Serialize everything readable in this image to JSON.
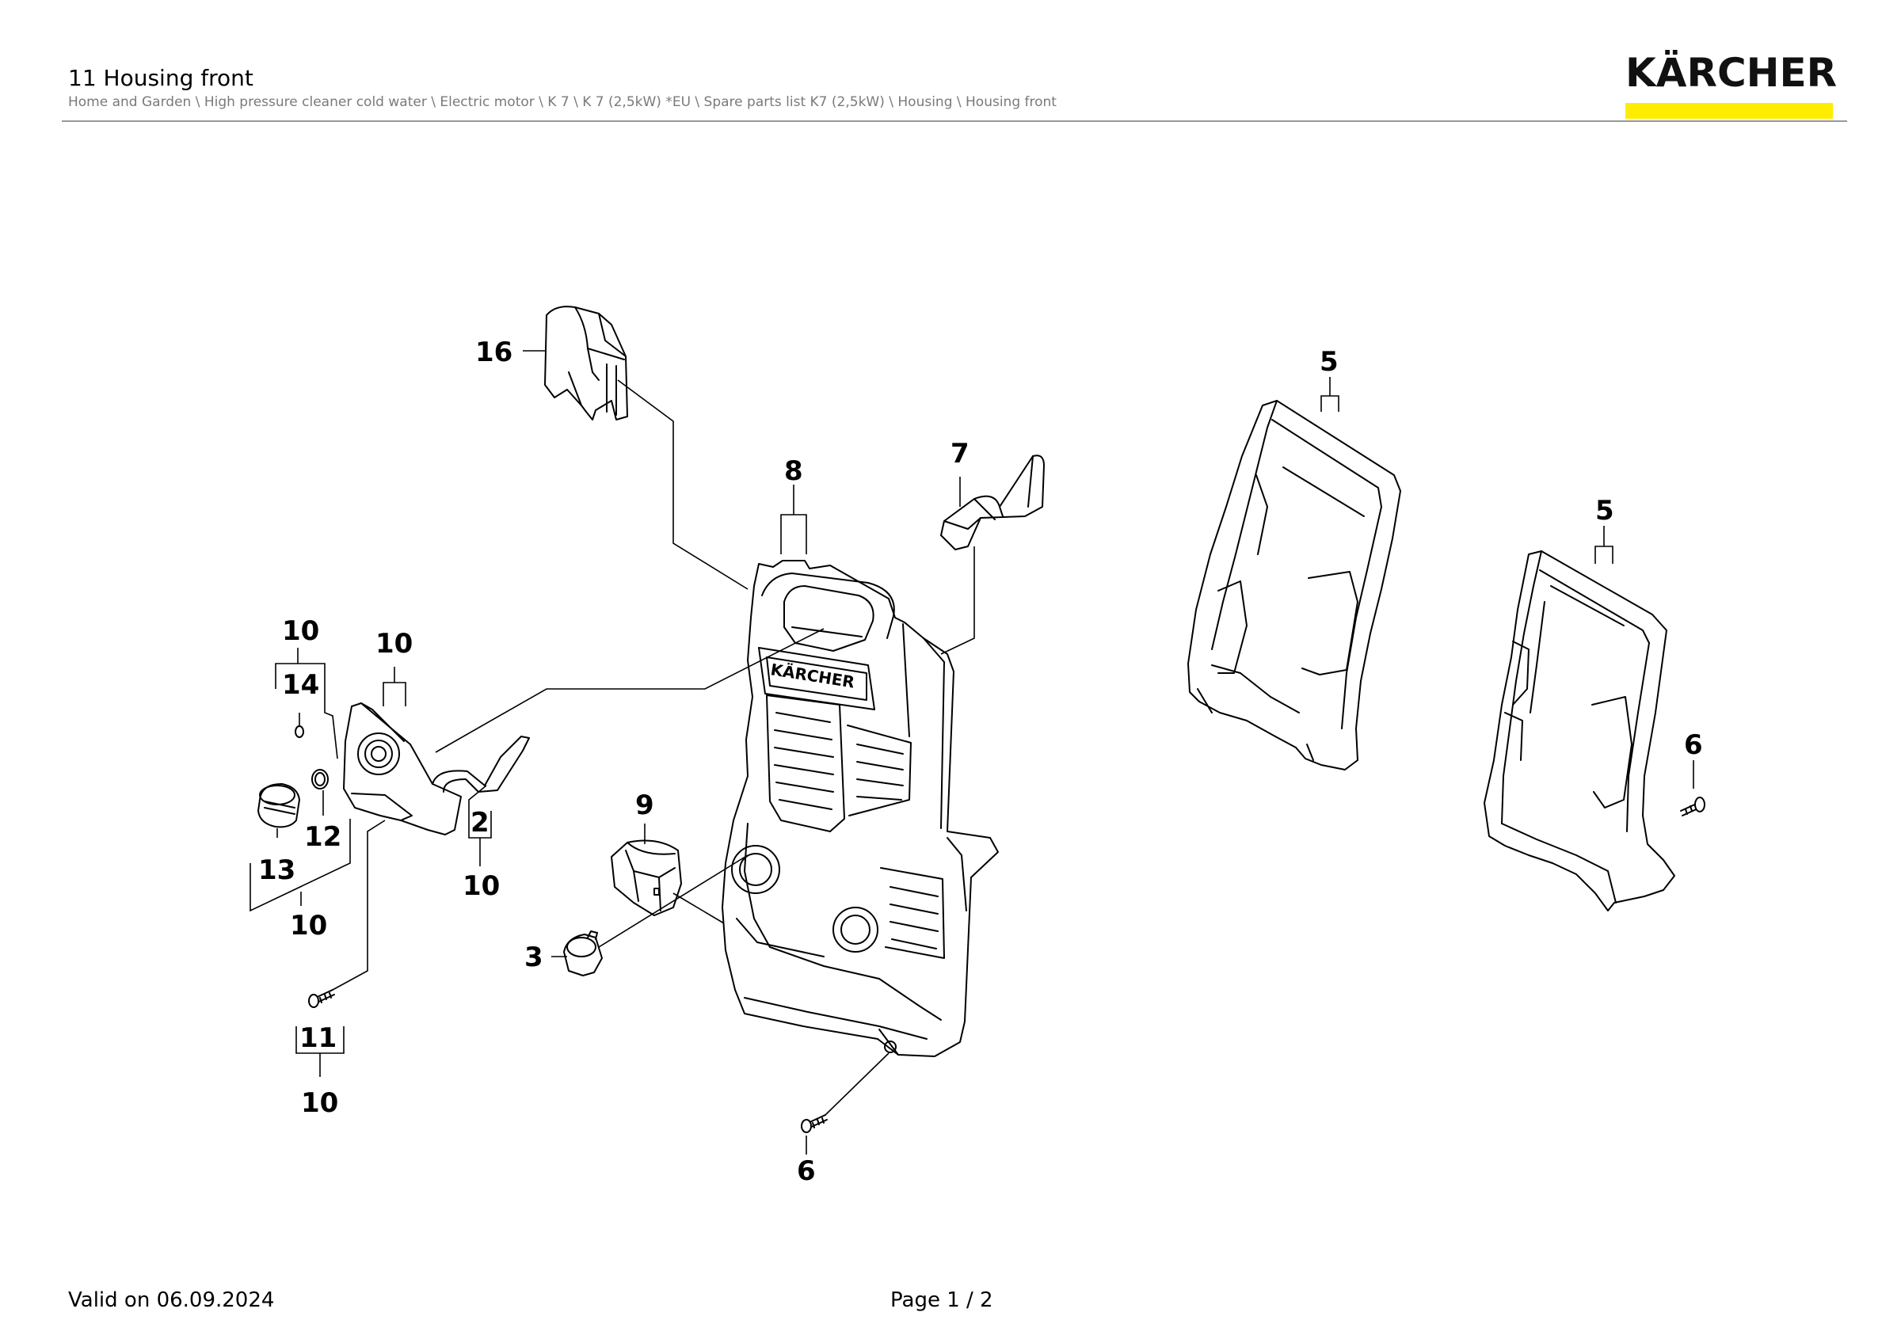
{
  "header": {
    "title": "11 Housing front",
    "breadcrumb": "Home and Garden \\ High pressure cleaner cold water \\ Electric motor \\ K 7 \\ K 7 (2,5kW) *EU \\ Spare parts list K7 (2,5kW) \\ Housing \\ Housing front",
    "logo_text": "KÄRCHER",
    "brand_color": "#ffed00"
  },
  "diagram": {
    "part_labels": {
      "p16": "16",
      "p8": "8",
      "p7": "7",
      "p5a": "5",
      "p5b": "5",
      "p6a": "6",
      "p6b": "6",
      "p9": "9",
      "p3": "3",
      "p10a": "10",
      "p14": "14",
      "p10b": "10",
      "p2": "2",
      "p10c": "10",
      "p12": "12",
      "p13": "13",
      "p10d": "10",
      "p11": "11",
      "p10e": "10",
      "housing_logo": "KÄRCHER"
    }
  },
  "footer": {
    "valid_on": "Valid on 06.09.2024",
    "page": "Page 1 / 2"
  }
}
